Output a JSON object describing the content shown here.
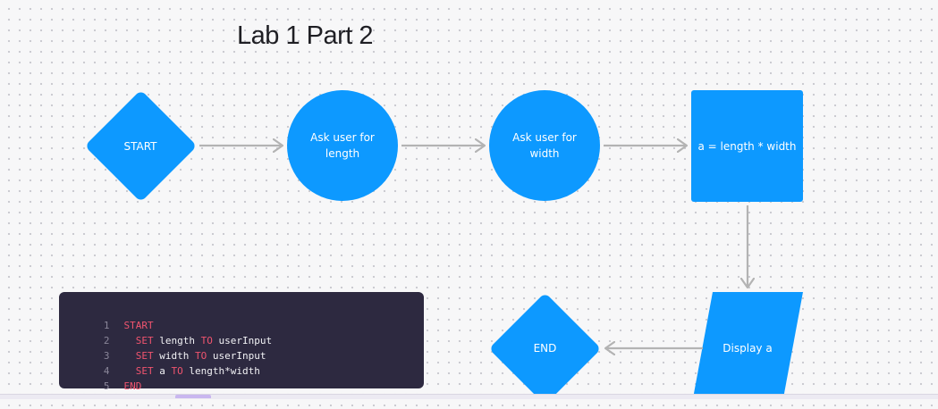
{
  "title": "Lab 1 Part 2",
  "nodes": {
    "start": "START",
    "ask_length": "Ask user for length",
    "ask_width": "Ask user for width",
    "compute": "a = length * width",
    "display": "Display a",
    "end": "END"
  },
  "colors": {
    "node_fill": "#0d99ff",
    "arrow": "#b3b3b3",
    "code_bg": "#2d2940",
    "keyword": "#f0546e"
  },
  "code": {
    "lines": [
      {
        "num": "1",
        "keyword": "START",
        "text": ""
      },
      {
        "num": "2",
        "keyword": "SET",
        "text": " length ",
        "keyword2": "TO",
        "text2": " userInput"
      },
      {
        "num": "3",
        "keyword": "SET",
        "text": " width ",
        "keyword2": "TO",
        "text2": " userInput"
      },
      {
        "num": "4",
        "keyword": "SET",
        "text": " a ",
        "keyword2": "TO",
        "text2": " length*width"
      },
      {
        "num": "5",
        "keyword": "END",
        "text": ""
      }
    ]
  }
}
